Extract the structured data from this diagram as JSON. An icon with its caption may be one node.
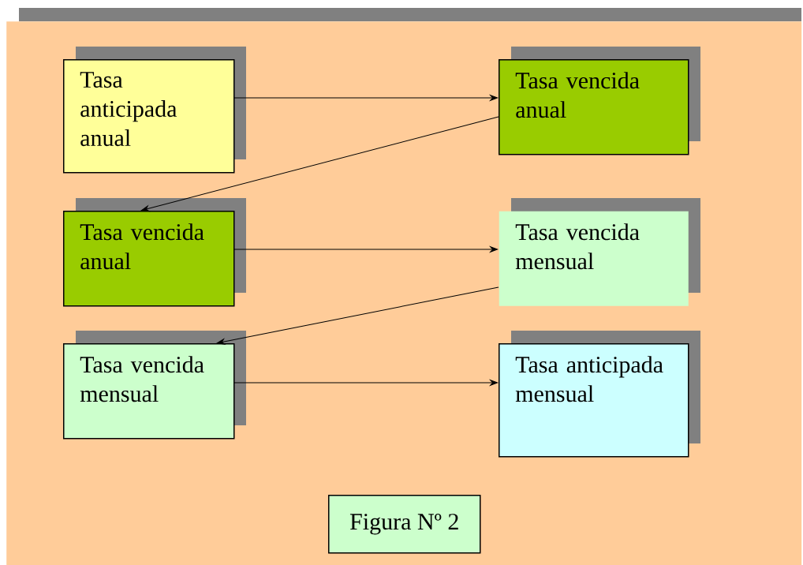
{
  "diagram": {
    "nodes": [
      {
        "text": [
          "Tasa anticipada anual"
        ]
      },
      {
        "text": [
          "Tasa vencida anual"
        ]
      },
      {
        "text": [
          "Tasa vencida anual"
        ]
      },
      {
        "text": [
          "Tasa vencida mensual"
        ]
      },
      {
        "text": [
          "Tasa vencida mensual"
        ]
      },
      {
        "text": [
          "Tasa anticipada mensual"
        ]
      },
      {
        "text": [
          "Figura Nº 2"
        ]
      }
    ],
    "edges": [
      {
        "from": 0,
        "to": 1,
        "arrow": "to"
      },
      {
        "from": 1,
        "to": 2,
        "arrow": "to"
      },
      {
        "from": 2,
        "to": 3,
        "arrow": "to"
      },
      {
        "from": 3,
        "to": 4,
        "arrow": "to"
      },
      {
        "from": 4,
        "to": 5,
        "arrow": "to"
      }
    ]
  }
}
